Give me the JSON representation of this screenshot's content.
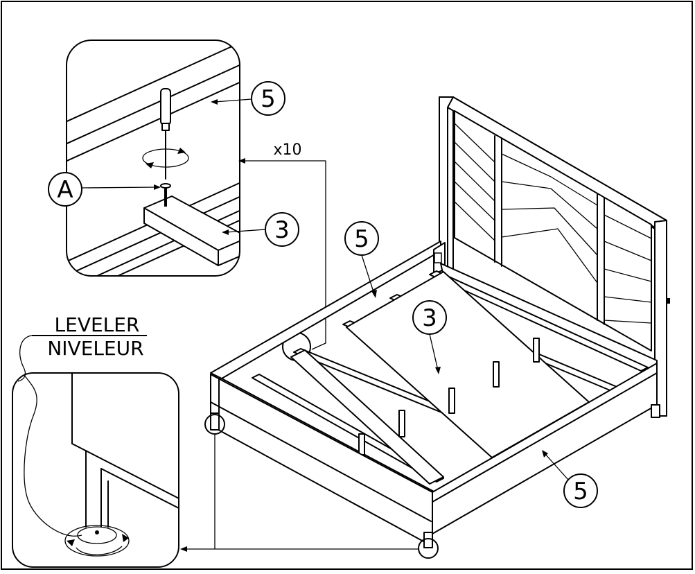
{
  "labels": {
    "part_5_top_inset": "5",
    "part_a": "A",
    "part_3_inset": "3",
    "quantity": "x10",
    "part_5_side_rail": "5",
    "part_3_slat": "3",
    "part_5_footboard": "5",
    "leveler_en": "LEVELER",
    "leveler_fr": "NIVELEUR"
  }
}
